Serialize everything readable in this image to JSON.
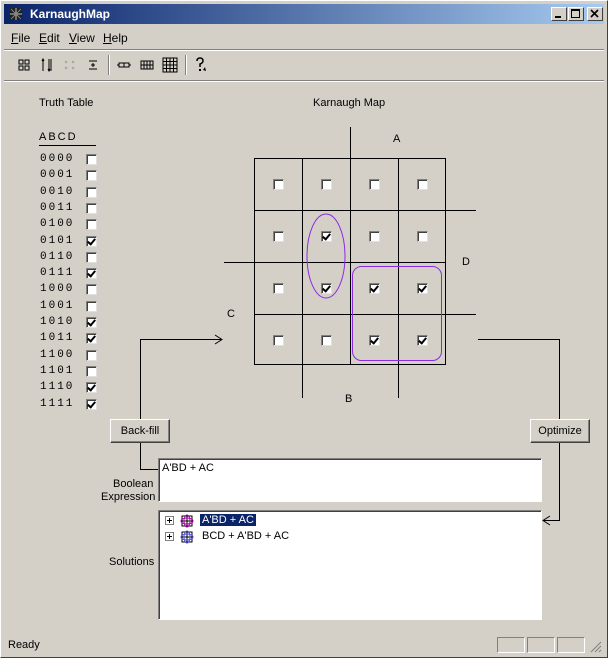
{
  "window": {
    "title": "KarnaughMap"
  },
  "menu": [
    {
      "pre": "",
      "key": "F",
      "post": "ile"
    },
    {
      "pre": "",
      "key": "E",
      "post": "dit"
    },
    {
      "pre": "",
      "key": "V",
      "post": "iew"
    },
    {
      "pre": "",
      "key": "H",
      "post": "elp"
    }
  ],
  "toolbar_icons": [
    "grid-2x2-icon",
    "vars-up-down-icon",
    "vars-disabled-icon",
    "sort-icon",
    "map-2var-icon",
    "map-3var-icon",
    "map-4var-icon",
    "help-icon"
  ],
  "truth_table": {
    "label": "Truth Table",
    "header": "ABCD",
    "rows": [
      {
        "bits": "0000",
        "checked": false
      },
      {
        "bits": "0001",
        "checked": false
      },
      {
        "bits": "0010",
        "checked": false
      },
      {
        "bits": "0011",
        "checked": false
      },
      {
        "bits": "0100",
        "checked": false
      },
      {
        "bits": "0101",
        "checked": true
      },
      {
        "bits": "0110",
        "checked": false
      },
      {
        "bits": "0111",
        "checked": true
      },
      {
        "bits": "1000",
        "checked": false
      },
      {
        "bits": "1001",
        "checked": false
      },
      {
        "bits": "1010",
        "checked": true
      },
      {
        "bits": "1011",
        "checked": true
      },
      {
        "bits": "1100",
        "checked": false
      },
      {
        "bits": "1101",
        "checked": false
      },
      {
        "bits": "1110",
        "checked": true
      },
      {
        "bits": "1111",
        "checked": true
      }
    ]
  },
  "kmap": {
    "label": "Karnaugh Map",
    "var_a": "A",
    "var_b": "B",
    "var_c": "C",
    "var_d": "D",
    "cells": [
      [
        false,
        false,
        false,
        false
      ],
      [
        false,
        true,
        false,
        false
      ],
      [
        false,
        true,
        true,
        true
      ],
      [
        false,
        false,
        true,
        true
      ]
    ],
    "group_color": "#8a2be2"
  },
  "buttons": {
    "backfill": "Back-fill",
    "optimize": "Optimize"
  },
  "boolean_expression": {
    "label_line1": "Boolean",
    "label_line2": "Expression",
    "value": "A'BD + AC"
  },
  "solutions": {
    "label": "Solutions",
    "items": [
      {
        "text": "A'BD + AC",
        "selected": true
      },
      {
        "text": "BCD + A'BD + AC",
        "selected": false
      }
    ]
  },
  "status": {
    "text": "Ready"
  },
  "colors": {
    "title_start": "#0a246a",
    "title_end": "#a6caf0",
    "face": "#d4d0c8",
    "selection": "#0a246a"
  }
}
